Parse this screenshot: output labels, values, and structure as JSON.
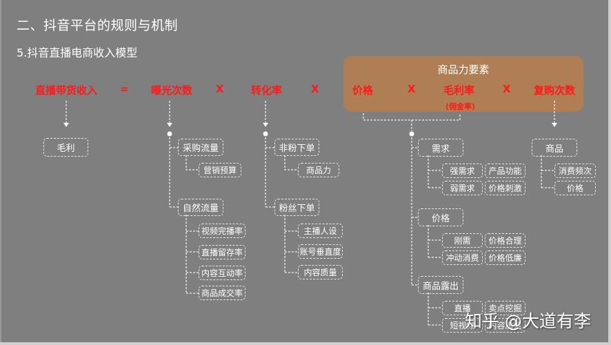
{
  "header": {
    "title": "二、抖音平台的规则与机制",
    "subtitle": "5.抖音直播电商收入模型"
  },
  "formula": {
    "income": "直播带货收入",
    "equals": "=",
    "exposure": "曝光次数",
    "times1": "X",
    "conversion": "转化率",
    "times2": "X",
    "price": "价格",
    "times3": "X",
    "margin": "毛利率",
    "margin_note": "(佣金率)",
    "times4": "X",
    "repurchase": "复购次数",
    "product_power_label": "商品力要素"
  },
  "tree": {
    "income_child": "毛利",
    "exposure": {
      "paid": "采购流量",
      "paid_children": [
        "营销预算"
      ],
      "natural": "自然流量",
      "natural_children": [
        "视频完播率",
        "直播留存率",
        "内容互动率",
        "商品成交率"
      ]
    },
    "conversion": {
      "non_fan": "非粉下单",
      "non_fan_children": [
        "商品力"
      ],
      "fan": "粉丝下单",
      "fan_children": [
        "主播人设",
        "账号垂直度",
        "内容质量"
      ]
    },
    "product_power": {
      "demand": "需求",
      "demand_rows": [
        {
          "type": "强需求",
          "factor": "产品功能"
        },
        {
          "type": "弱需求",
          "factor": "价格刺激"
        }
      ],
      "price": "价格",
      "price_rows": [
        {
          "type": "刚需",
          "factor": "价格合理"
        },
        {
          "type": "冲动消费",
          "factor": "价格低廉"
        }
      ],
      "exposure": "商品露出",
      "exposure_rows": [
        {
          "type": "直播",
          "factor": "卖点挖掘"
        },
        {
          "type": "短视频",
          "factor": "内容质量"
        }
      ]
    },
    "repurchase": {
      "product": "商品",
      "children": [
        "消费频次",
        "价格"
      ]
    }
  },
  "watermark": "知乎 @大道有李",
  "colors": {
    "background": "#7f7f7f",
    "formula_red": "#ff1a1a",
    "product_power_box": "#b07e54",
    "node_border": "#e8e8e8"
  }
}
